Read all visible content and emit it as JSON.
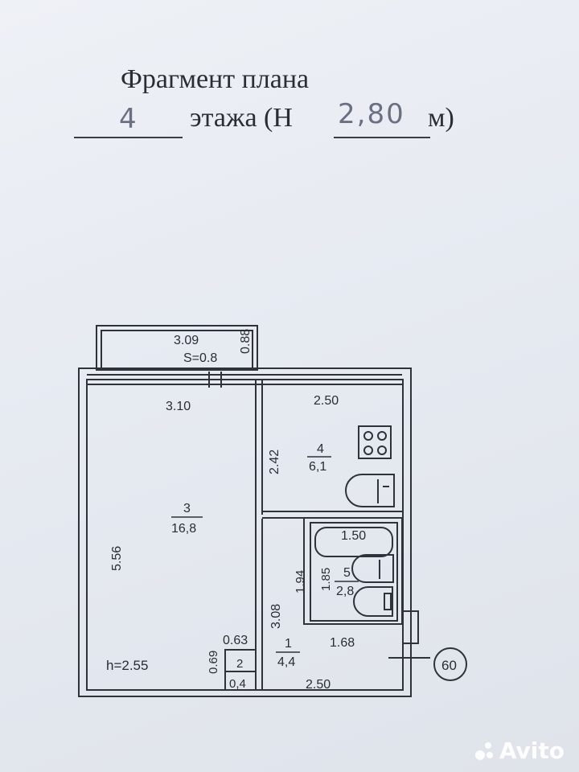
{
  "header": {
    "title": "Фрагмент плана",
    "floor_number": "4",
    "floor_text": "этажа (Н",
    "height_value": "2,80",
    "height_unit": "м)"
  },
  "balcony": {
    "width": "3.09",
    "area": "S=0.8",
    "depth": "0.88"
  },
  "rooms": {
    "room3": {
      "number": "3",
      "area": "16,8",
      "width": "3.10",
      "length": "5.56"
    },
    "room4": {
      "number": "4",
      "area": "6,1",
      "width": "2.50",
      "length": "2.42"
    },
    "room5": {
      "number": "5",
      "area": "2,8",
      "width": "1.50",
      "length": "1.85"
    },
    "room1": {
      "number": "1",
      "area": "4,4",
      "width": "1.68",
      "length": "3.08",
      "bottom": "2.50",
      "extra": "1.94"
    },
    "room2": {
      "number": "2",
      "area": "0,4",
      "width": "0.63",
      "length": "0.69"
    }
  },
  "ceiling_height": "h=2.55",
  "axis_marker": "60",
  "watermark": "Avito"
}
